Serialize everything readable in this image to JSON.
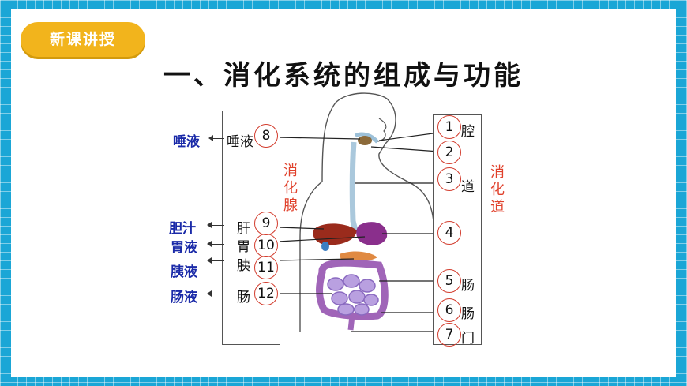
{
  "badge": {
    "label": "新课讲授"
  },
  "title": "一、消化系统的组成与功能",
  "glands": {
    "group_label": [
      "消",
      "化",
      "腺"
    ],
    "organ_text": [
      "唾液",
      "肝",
      "胃",
      "胰",
      "肠"
    ],
    "organ_chars": {
      "salivary": "唾液",
      "liver": "肝",
      "stomach": "胃",
      "pancreas": "胰",
      "intestine": "肠"
    },
    "numbers": [
      "8",
      "9",
      "10",
      "11",
      "12"
    ],
    "juices": [
      "唾液",
      "胆汁",
      "胃液",
      "胰液",
      "肠液"
    ]
  },
  "tract": {
    "group_label": [
      "消",
      "化",
      "道"
    ],
    "numbers": [
      "1",
      "2",
      "3",
      "4",
      "5",
      "6",
      "7"
    ],
    "suffixes": [
      "腔",
      "",
      "道",
      "",
      "肠",
      "肠",
      "门"
    ]
  },
  "colors": {
    "frame": "#1aa6d6",
    "badge": "#f2b41c",
    "juice_text": "#1a2aa8",
    "group_text": "#e0402b",
    "circle": "#d23b2c"
  }
}
